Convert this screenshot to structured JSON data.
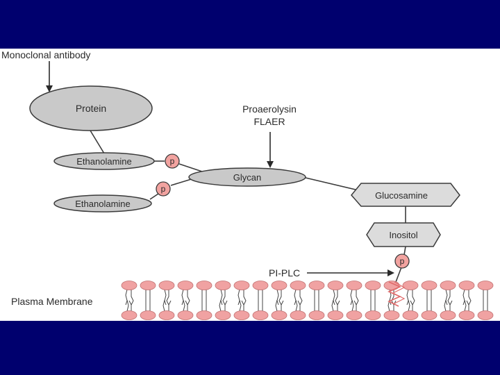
{
  "labels": {
    "monoclonal_antibody": "Monoclonal antibody",
    "protein": "Protein",
    "proaerolysin": "Proaerolysin",
    "flaer": "FLAER",
    "ethanolamine_top": "Ethanolamine",
    "ethanolamine_bottom": "Ethanolamine",
    "phosphate_1": "p",
    "phosphate_2": "p",
    "phosphate_3": "p",
    "glycan": "Glycan",
    "glucosamine": "Glucosamine",
    "inositol": "Inositol",
    "pi_plc": "PI-PLC",
    "plasma_membrane": "Plasma Membrane"
  },
  "colors": {
    "background": "#00006e",
    "panel": "#ffffff",
    "ellipse_fill": "#c9c9c9",
    "hexagon_fill": "#dcdcdc",
    "phosphate_fill": "#f2a3a0",
    "lipid_head": "#f0a2a2",
    "outline": "#3a3a3a"
  }
}
